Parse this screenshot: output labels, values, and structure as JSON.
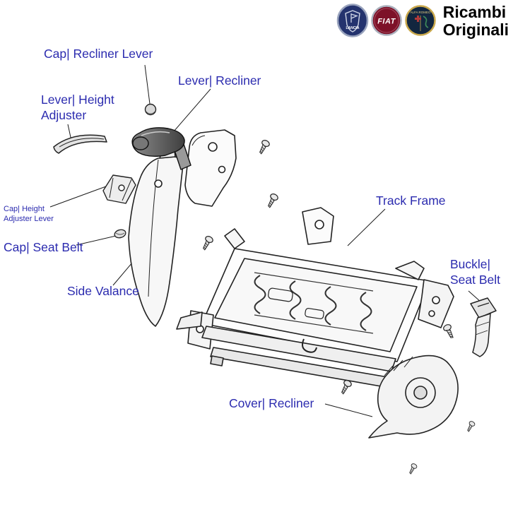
{
  "theme": {
    "label_color": "#2b2baf",
    "brand_text_color": "#000000",
    "line_color": "#1a1a1a",
    "background": "#ffffff"
  },
  "brand": {
    "name_line1": "Ricambi",
    "name_line2": "Originali",
    "logos": [
      {
        "name": "lancia-badge",
        "label": "LANCIA"
      },
      {
        "name": "fiat-badge",
        "label": "FIAT"
      },
      {
        "name": "alfa-romeo-badge",
        "label": "ALFA ROMEO"
      }
    ]
  },
  "callouts": {
    "cap_recliner_lever": "Cap| Recliner Lever",
    "lever_recliner": "Lever| Recliner",
    "lever_height_adjuster_line1": "Lever| Height",
    "lever_height_adjuster_line2": "Adjuster",
    "cap_height_adjuster_lever_line1": "Cap| Height",
    "cap_height_adjuster_lever_line2": "Adjuster Lever",
    "cap_seat_belt": "Cap| Seat Belt",
    "side_valance": "Side Valance",
    "track_frame": "Track Frame",
    "buckle_seat_belt_line1": "Buckle|",
    "buckle_seat_belt_line2": "Seat Belt",
    "cover_recliner": "Cover| Recliner"
  }
}
